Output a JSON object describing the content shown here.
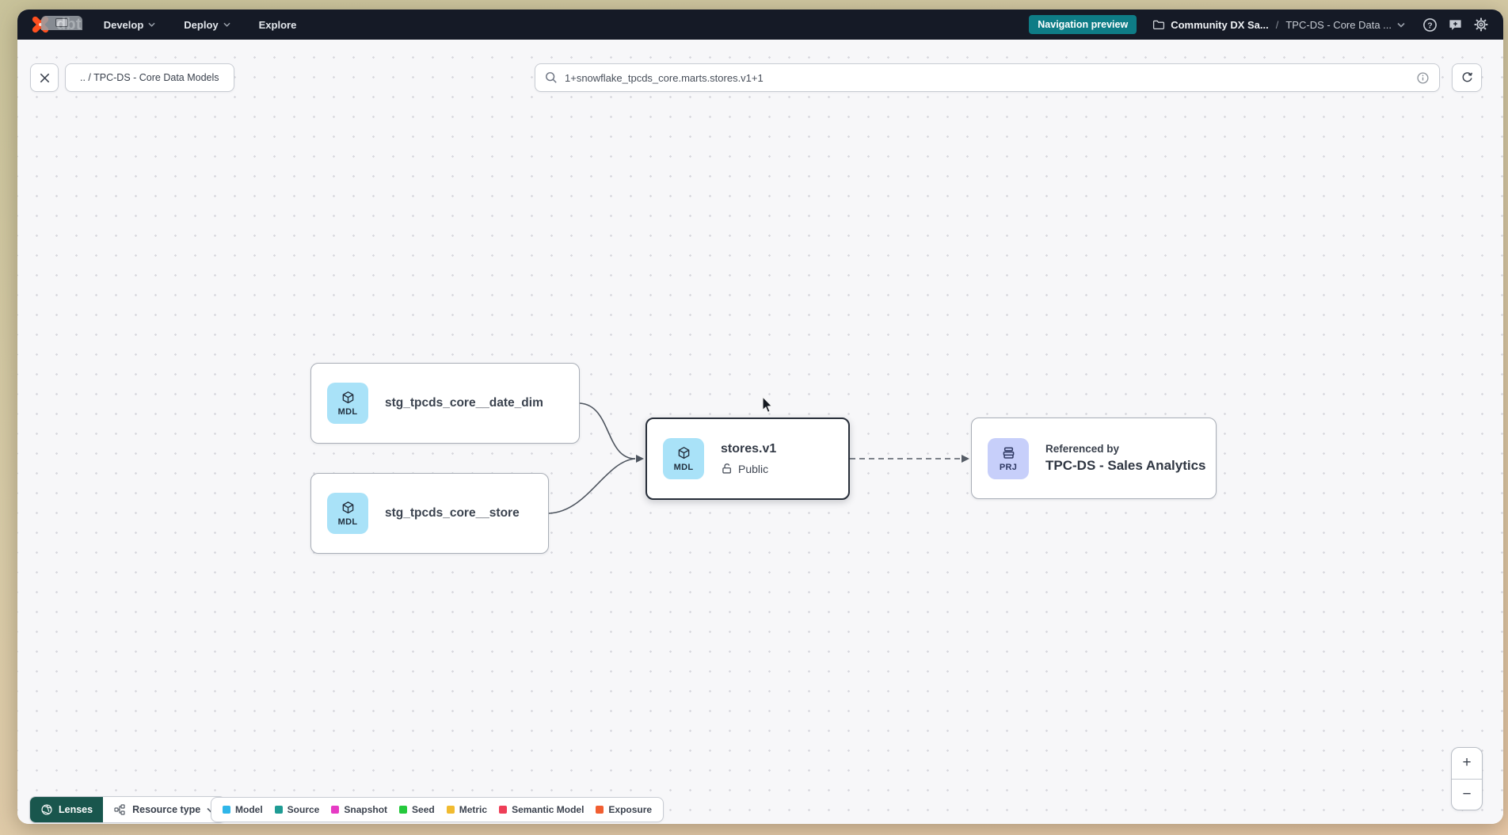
{
  "topnav": {
    "logo": "dbt",
    "menus": [
      "Develop",
      "Deploy",
      "Explore"
    ],
    "preview_badge": "Navigation preview",
    "account": "Community DX Sa...",
    "separator": "/",
    "project": "TPC-DS - Core Data ..."
  },
  "toolbar": {
    "back_chip": ".. / TPC-DS - Core Data Models",
    "search_value": "1+snowflake_tpcds_core.marts.stores.v1+1"
  },
  "graph": {
    "nodes": [
      {
        "badge": "MDL",
        "label": "stg_tpcds_core__date_dim"
      },
      {
        "badge": "MDL",
        "label": "stg_tpcds_core__store"
      },
      {
        "badge": "MDL",
        "label": "stores.v1",
        "access": "Public"
      },
      {
        "badge": "PRJ",
        "kicker": "Referenced by",
        "label": "TPC-DS - Sales Analytics"
      }
    ]
  },
  "footer": {
    "lenses": "Lenses",
    "resource_type": "Resource type",
    "legend": [
      {
        "label": "Model",
        "color": "#2fb6e9"
      },
      {
        "label": "Source",
        "color": "#1f9c94"
      },
      {
        "label": "Snapshot",
        "color": "#e63bc4"
      },
      {
        "label": "Seed",
        "color": "#25c93c"
      },
      {
        "label": "Metric",
        "color": "#f1bb30"
      },
      {
        "label": "Semantic Model",
        "color": "#ee3e57"
      },
      {
        "label": "Exposure",
        "color": "#f15e31"
      }
    ]
  },
  "zoom_controls": {
    "in": "+",
    "out": "−"
  },
  "icons": {
    "search": "magnifier",
    "close": "x-cross",
    "refresh": "circular-arrow",
    "info": "circle-i",
    "help": "circle-question",
    "feedback": "speech-bubble",
    "settings": "gear",
    "folder": "folder",
    "chevron": "chevron-down",
    "model_badge": "cube",
    "project_badge": "archive",
    "public_access": "open-lock",
    "lenses": "aperture",
    "resource_type": "connected-nodes",
    "logo": "orange-starburst"
  },
  "colors": {
    "accent_teal": "#0e7c86",
    "lenses_teal": "#19564d",
    "model_badge_bg": "#a9e2f8",
    "project_badge_bg": "#c7cffa",
    "navbar_bg": "#151a26",
    "logo_orange": "#ff4f1f"
  }
}
